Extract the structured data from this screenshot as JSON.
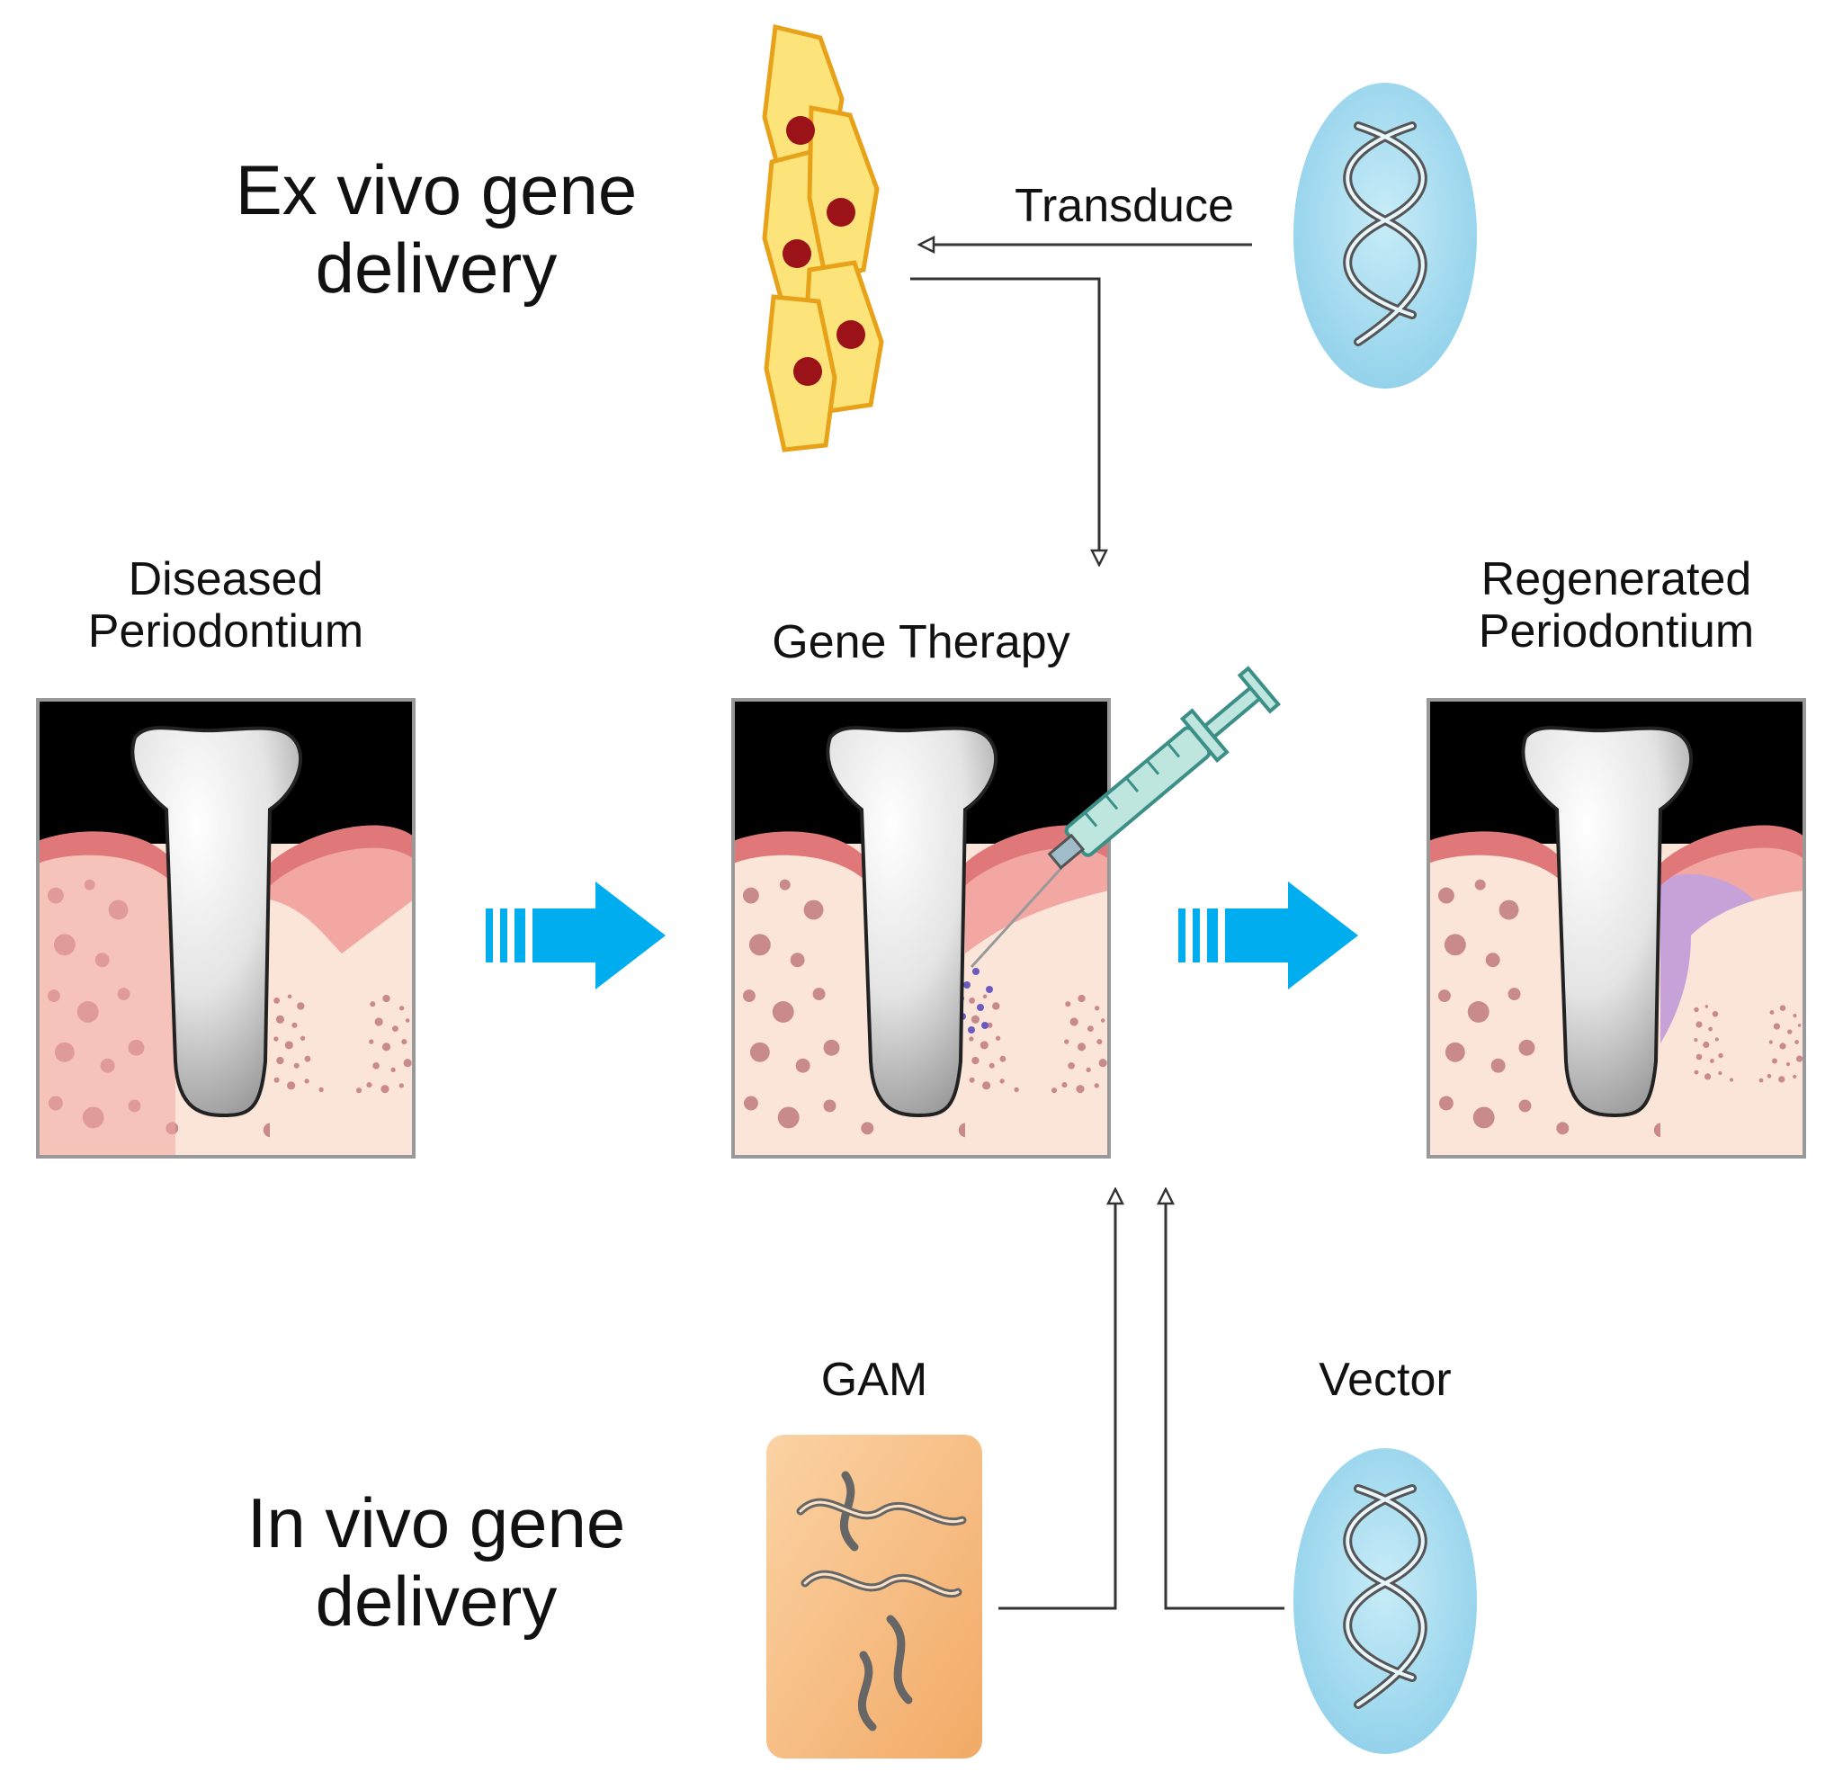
{
  "ex_vivo": {
    "line1": "Ex vivo gene",
    "line2": "delivery"
  },
  "in_vivo": {
    "line1": "In vivo gene",
    "line2": "delivery"
  },
  "transduce": "Transduce",
  "panels": {
    "diseased": {
      "line1": "Diseased",
      "line2": "Periodontium"
    },
    "gene_therapy": {
      "line1": "Gene Therapy"
    },
    "regenerated": {
      "line1": "Regenerated",
      "line2": "Periodontium"
    }
  },
  "gam": "GAM",
  "vector": "Vector",
  "colors": {
    "flow_arrow": "#00aeef",
    "gum": "#f2a7a3",
    "gum_dark": "#e0787a",
    "bone": "#fbe4d8",
    "bone_spot": "#c98a8c",
    "cell_fill": "#fde47a",
    "cell_edge": "#e7a21a",
    "nucleus": "#9b1318",
    "vector_fill": "#a9dcef",
    "gam_fill": "#f8be86",
    "regen_tissue": "#c6a2d8"
  },
  "icons": [
    "syringe-icon",
    "dna-icon",
    "cell-cluster-icon"
  ]
}
